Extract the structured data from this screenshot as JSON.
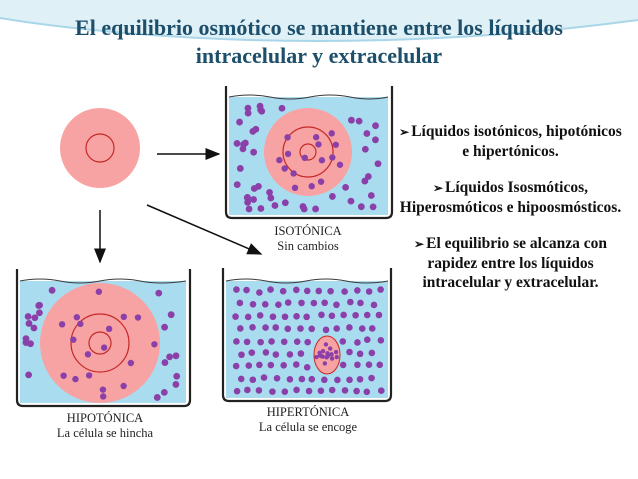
{
  "title": {
    "line1": "El equilibrio osmótico se mantiene entre los líquidos",
    "line2": "intracelular y extracelular"
  },
  "labels": {
    "isotonic": {
      "name": "ISOTÓNICA",
      "desc": "Sin cambios"
    },
    "hypotonic": {
      "name": "HIPOTÓNICA",
      "desc": "La célula se hincha"
    },
    "hypertonic": {
      "name": "HIPERTÓNICA",
      "desc": "La célula se encoge"
    }
  },
  "bullets": [
    "Líquidos isotónicos, hipotónicos e hipertónicos.",
    "Líquidos Isosmóticos, Hiperosmóticos e hipoosmósticos.",
    "El equilibrio se alcanza con rapidez entre los líquidos intracelular y extracelular."
  ],
  "colors": {
    "title": "#1d4f6b",
    "water": "#a9dcef",
    "cell": "#f7a3a3",
    "cell_outline": "#c62828",
    "particle": "#8b3fa8"
  }
}
